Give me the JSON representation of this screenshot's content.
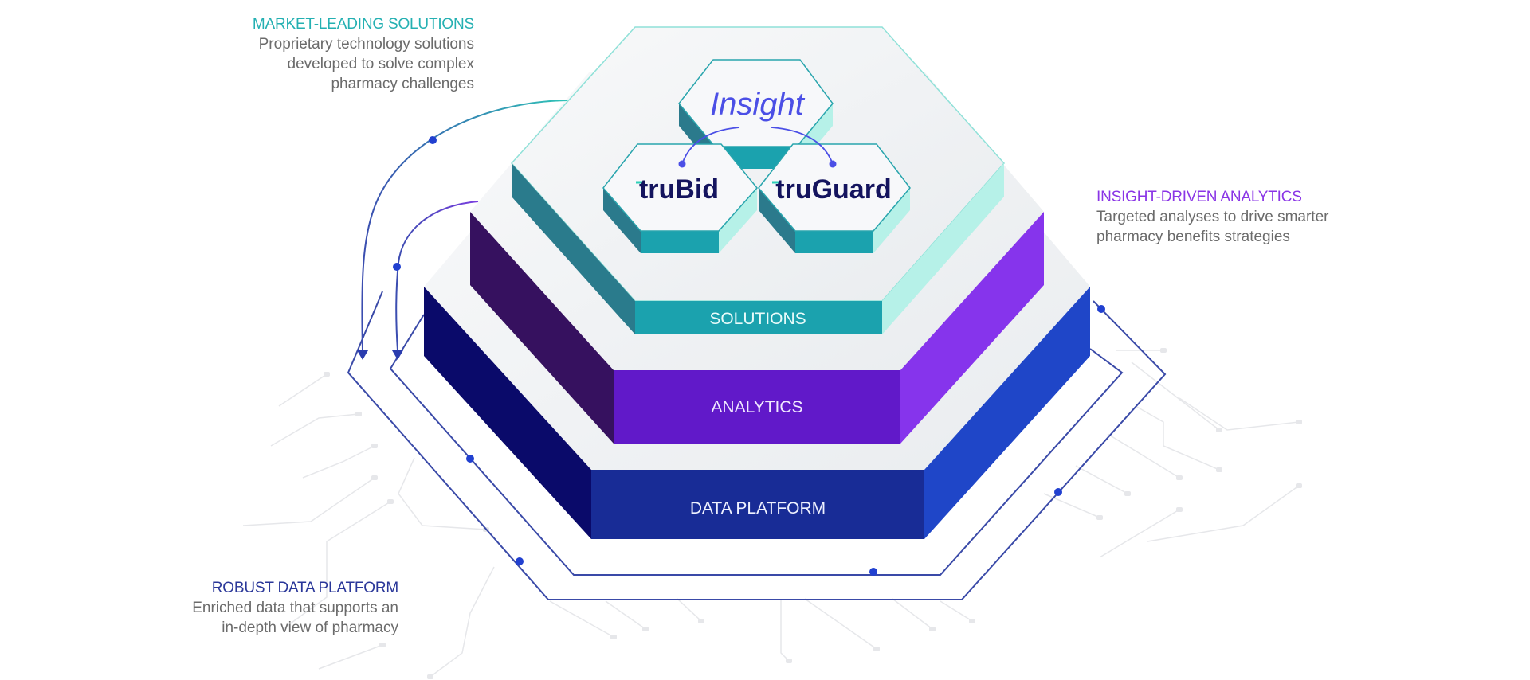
{
  "diagram": {
    "layers": [
      {
        "id": "solutions",
        "label": "SOLUTIONS",
        "colors": {
          "top": "#f1f3f5",
          "left": "#2a7b8c",
          "front": "#1ba2ae",
          "right": "#b6f1e8",
          "label": "#e8fbfa"
        }
      },
      {
        "id": "analytics",
        "label": "ANALYTICS",
        "colors": {
          "top": "#eef0f3",
          "left": "#36115f",
          "front": "#6119c9",
          "right": "#8634ec",
          "label": "#f1e9ff"
        }
      },
      {
        "id": "data-platform",
        "label": "DATA PLATFORM",
        "colors": {
          "top": "#eef0f3",
          "left": "#0a0a6a",
          "front": "#182c96",
          "right": "#1f46c8",
          "label": "#eef1ff"
        }
      }
    ],
    "products": [
      {
        "id": "insight",
        "label": "Insight",
        "color": "#4b4fe6"
      },
      {
        "id": "trubid",
        "label": "truBid",
        "color": "#14145e",
        "accent": "#2fd0b8"
      },
      {
        "id": "truguard",
        "label": "truGuard",
        "color": "#14145e",
        "accent": "#2fd0b8"
      }
    ],
    "tile_colors": {
      "top": "#f7f8fa",
      "edge": "#29a5ad",
      "left": "#2b7a8c",
      "front": "#1ba2ae",
      "right": "#b6f1e8"
    },
    "line_color": "#3a4aa8",
    "dot_color": "#2140d0",
    "circuit_color": "#e6e7ea"
  },
  "callouts": {
    "solutions": {
      "title": "MARKET-LEADING SOLUTIONS",
      "lines": [
        "Proprietary technology solutions",
        "developed to solve complex",
        "pharmacy challenges"
      ]
    },
    "analytics": {
      "title": "INSIGHT-DRIVEN ANALYTICS",
      "lines": [
        "Targeted analyses to drive smarter",
        "pharmacy benefits strategies"
      ]
    },
    "data": {
      "title": "ROBUST DATA PLATFORM",
      "lines": [
        "Enriched data that supports an",
        "in-depth view of pharmacy"
      ]
    }
  }
}
